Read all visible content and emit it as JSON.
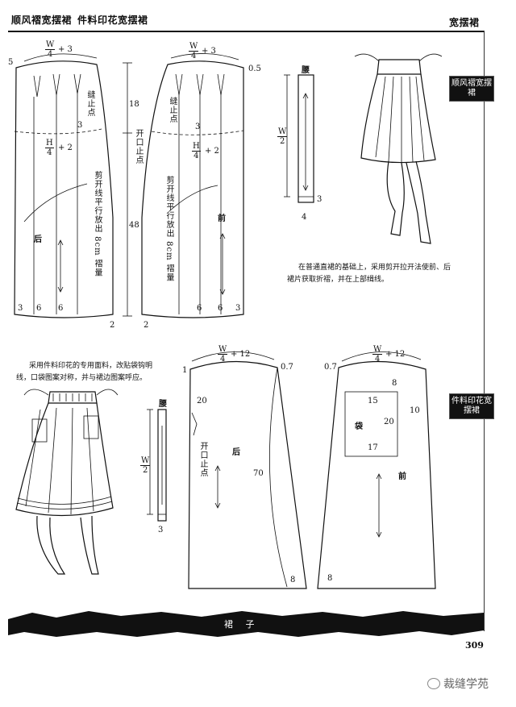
{
  "header": {
    "left_title_1": "顺风褶宽摆裙",
    "left_title_2": "件料印花宽摆裙",
    "right_title": "宽摆裙"
  },
  "tabs": [
    "顺风褶宽摆裙",
    "件料印花宽摆裙"
  ],
  "top": {
    "back_panel": {
      "waist_num": "W",
      "waist_den": "4",
      "waist_add": "+ 3",
      "hip_num": "H",
      "hip_den": "4",
      "hip_add": "+ 2",
      "stitch_stop": "缝止点",
      "cut_line": "剪开线平行放出 8cm 褶量",
      "side_label": "后",
      "corner_left": "5",
      "mark_3": "3",
      "bottom_3": "3",
      "bottom_6a": "6",
      "bottom_6b": "6",
      "hem_2": "2"
    },
    "front_panel": {
      "waist_num": "W",
      "waist_den": "4",
      "waist_add": "+ 3",
      "hip_num": "H",
      "hip_den": "4",
      "hip_add": "+ 2",
      "corner_right": "0.5",
      "stitch_stop": "缝止点",
      "cut_line": "剪开线平行放出 8cm 褶量",
      "side_label": "前",
      "mark_3": "3",
      "bottom_6a": "6",
      "bottom_6b": "6",
      "bottom_3": "3",
      "hem_2": "2"
    },
    "center": {
      "len_18": "18",
      "len_48": "48",
      "opening": "开口止点"
    },
    "waistband": {
      "label": "腰",
      "num": "W",
      "den": "2",
      "dim_3": "3",
      "dim_4": "4"
    },
    "caption_line1": "在普通直裙的基础上，采用剪开拉开法使前、后",
    "caption_line2": "裙片获取折褶，并在上部缉线。"
  },
  "bottom": {
    "caption_line1": "采用件料印花的专用面料，改贴袋钩明",
    "caption_line2": "线，口袋图案对称，并与裙边图案呼应。",
    "waistband": {
      "label": "腰",
      "num": "W",
      "den": "2",
      "dim_3": "3"
    },
    "back_panel": {
      "waist_num": "W",
      "waist_den": "4",
      "waist_add": "+ 12",
      "corner_left": "1",
      "corner_right": "0.7",
      "dim_20": "20",
      "opening": "开口止点",
      "side_label": "后",
      "len_70": "70",
      "hem_8": "8"
    },
    "front_panel": {
      "waist_num": "W",
      "waist_den": "4",
      "waist_add": "+ 12",
      "corner_left": "0.7",
      "pocket_label": "袋",
      "pocket_top": "8",
      "pocket_w": "15",
      "pocket_h": "20",
      "pocket_bottom": "17",
      "side_10": "10",
      "side_label": "前",
      "hem_8": "8"
    }
  },
  "footer": {
    "banner_text": "裙 子",
    "page_number": "309",
    "watermark": "裁缝学苑"
  }
}
